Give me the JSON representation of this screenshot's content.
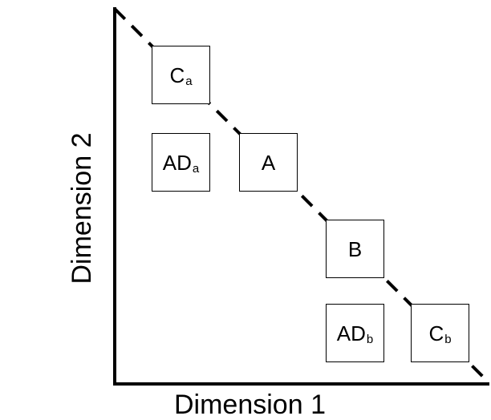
{
  "axes": {
    "x_label": "Dimension 1",
    "y_label": "Dimension 2"
  },
  "boxes": {
    "ca": {
      "main": "C",
      "sub": "a"
    },
    "ada": {
      "main": "AD",
      "sub": "a"
    },
    "a": {
      "main": "A",
      "sub": ""
    },
    "b": {
      "main": "B",
      "sub": ""
    },
    "adb": {
      "main": "AD",
      "sub": "b"
    },
    "cb": {
      "main": "C",
      "sub": "b"
    }
  },
  "colors": {
    "line": "#000000",
    "box_border": "#000000",
    "background": "#ffffff"
  }
}
